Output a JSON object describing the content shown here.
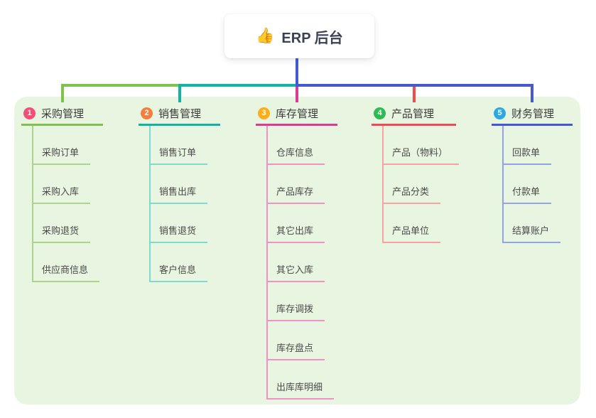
{
  "root": {
    "icon": "thumbs-up-emoji",
    "icon_char": "👍",
    "label": "ERP 后台"
  },
  "canvas": {
    "background": "#ffffff",
    "panel_background": "#E8F5E1",
    "trunk_color": "#4559D3"
  },
  "branches": [
    {
      "number": "1",
      "label": "采购管理",
      "badge_color": "#F25077",
      "line_color": "#7FC24D",
      "child_line_color": "#A9D687",
      "children": [
        "采购订单",
        "采购入库",
        "采购退货",
        "供应商信息"
      ]
    },
    {
      "number": "2",
      "label": "销售管理",
      "badge_color": "#F57E3E",
      "line_color": "#10B3A6",
      "child_line_color": "#7FD9CE",
      "children": [
        "销售订单",
        "销售出库",
        "销售退货",
        "客户信息"
      ]
    },
    {
      "number": "3",
      "label": "库存管理",
      "badge_color": "#FBAE17",
      "line_color": "#DD3A93",
      "child_line_color": "#F291C6",
      "children": [
        "仓库信息",
        "产品库存",
        "其它出库",
        "其它入库",
        "库存调拨",
        "库存盘点",
        "出库库明细"
      ]
    },
    {
      "number": "4",
      "label": "产品管理",
      "badge_color": "#2FBA55",
      "line_color": "#F04B50",
      "child_line_color": "#F7A3A3",
      "children": [
        "产品（物料）",
        "产品分类",
        "产品单位"
      ]
    },
    {
      "number": "5",
      "label": "财务管理",
      "badge_color": "#2BA9E1",
      "line_color": "#4159D6",
      "child_line_color": "#93A3E6",
      "children": [
        "回款单",
        "付款单",
        "结算账户"
      ]
    }
  ]
}
